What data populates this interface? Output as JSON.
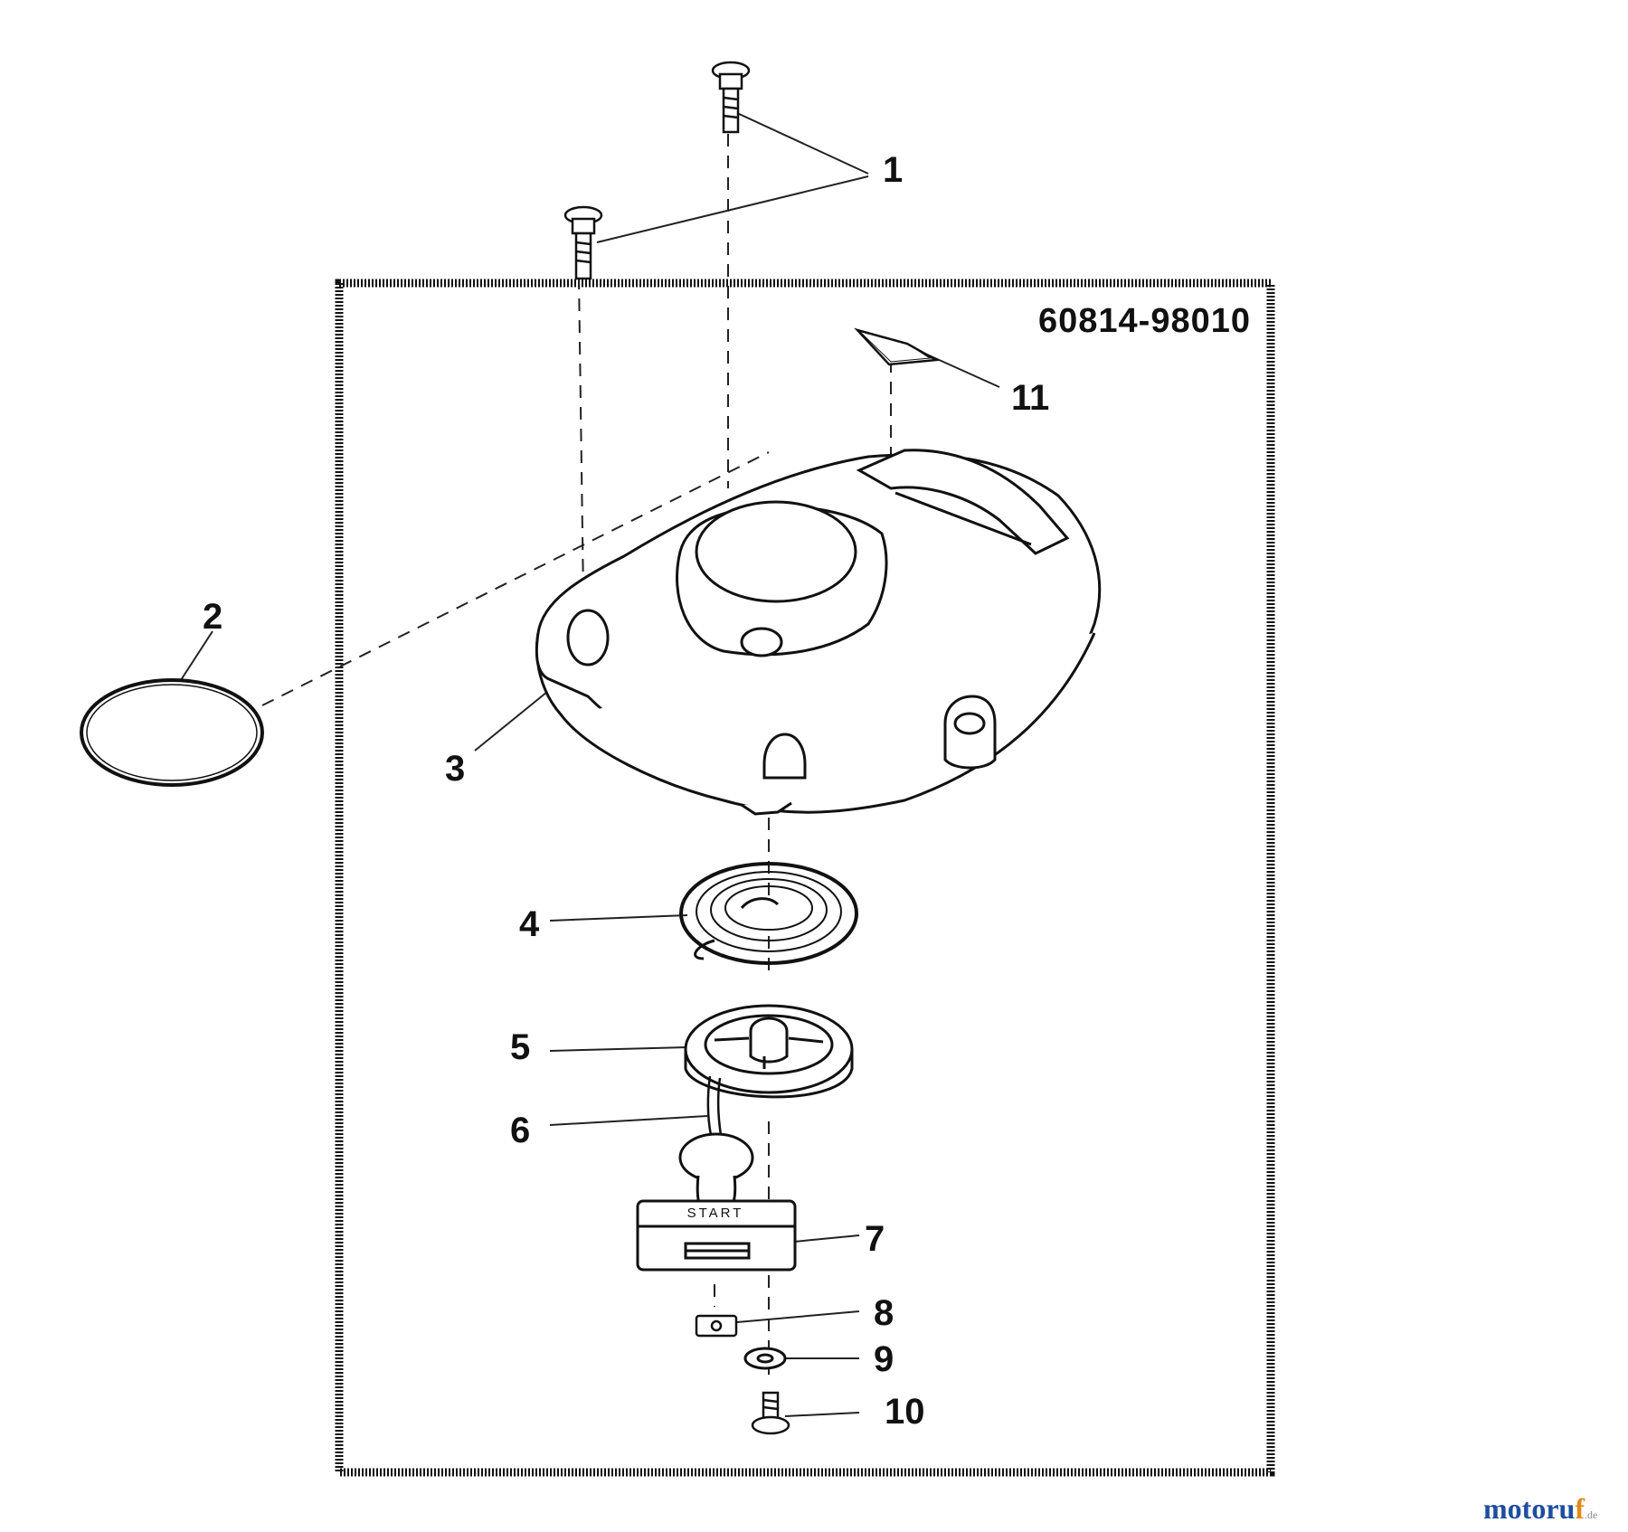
{
  "diagram": {
    "kit_number": "60814-98010",
    "start_label": "START",
    "callouts": {
      "c1": "1",
      "c2": "2",
      "c3": "3",
      "c4": "4",
      "c5": "5",
      "c6": "6",
      "c7": "7",
      "c8": "8",
      "c9": "9",
      "c10": "10",
      "c11": "11"
    }
  },
  "watermark": {
    "name": "motoruf",
    "tld": ".de",
    "colors": {
      "primary": "#1f4e9e",
      "accent": "#e08a1e"
    }
  }
}
